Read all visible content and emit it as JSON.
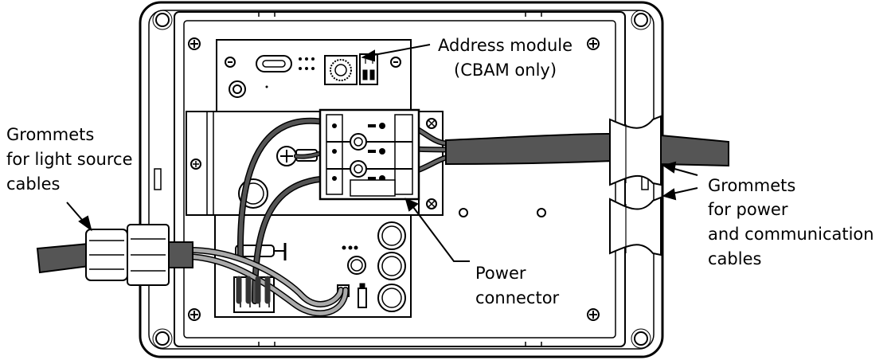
{
  "labels": {
    "address_module": [
      "Address module",
      "(CBAM only)"
    ],
    "light_source_grommets": [
      "Grommets",
      "for light source",
      "cables"
    ],
    "power_connector": [
      "Power",
      "connector"
    ],
    "power_comm_grommets": [
      "Grommets",
      "for power",
      "and communication",
      "cables"
    ]
  }
}
